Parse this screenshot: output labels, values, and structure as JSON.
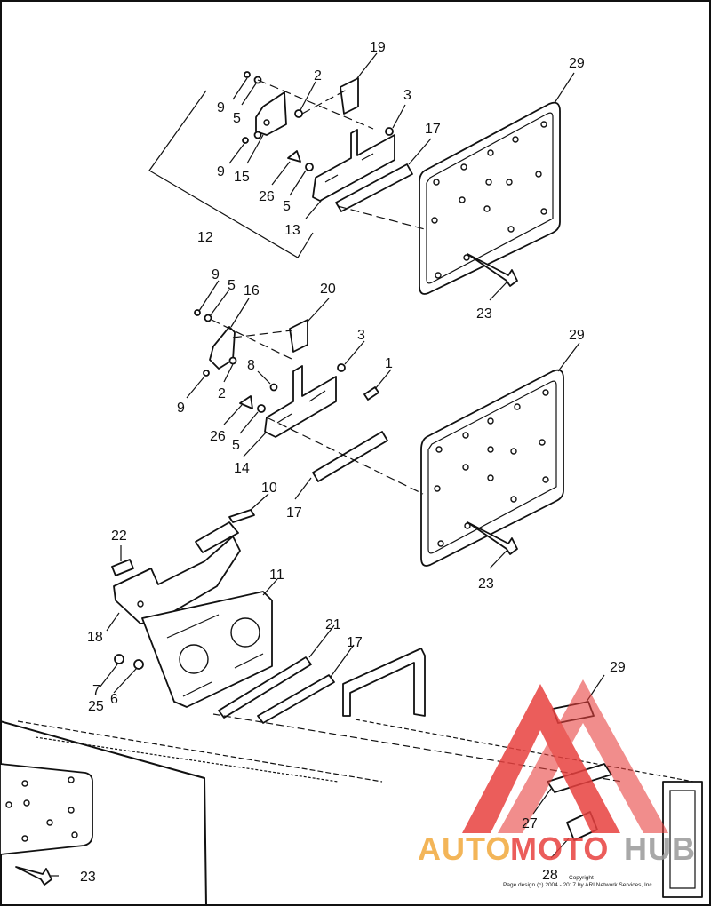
{
  "callouts": {
    "c19": "19",
    "c2a": "2",
    "c3a": "3",
    "c9a": "9",
    "c5a": "5",
    "c9b": "9",
    "c15": "15",
    "c26a": "26",
    "c5b": "5",
    "c17a": "17",
    "c29a": "29",
    "c12": "12",
    "c13": "13",
    "c23a": "23",
    "c9c": "9",
    "c5c": "5",
    "c16": "16",
    "c20": "20",
    "c3b": "3",
    "c1": "1",
    "c8": "8",
    "c29b": "29",
    "c9d": "9",
    "c2b": "2",
    "c26b": "26",
    "c5d": "5",
    "c14": "14",
    "c17b": "17",
    "c10": "10",
    "c23b": "23",
    "c22": "22",
    "c11": "11",
    "c18": "18",
    "c21": "21",
    "c17c": "17",
    "c7": "7",
    "c25": "25",
    "c6": "6",
    "c29c": "29",
    "c27": "27",
    "c28": "28",
    "c23c": "23"
  },
  "watermark": {
    "auto": "AUTO",
    "moto": "MOTO",
    "hub": "HUB"
  },
  "copyright": {
    "line1": "Copyright",
    "line2": "Page design (c) 2004 - 2017 by ARI Network Services, Inc."
  },
  "colors": {
    "watermark_red": "#e8413f",
    "watermark_orange": "#f2a93b",
    "watermark_gray": "#9a9a9a"
  }
}
